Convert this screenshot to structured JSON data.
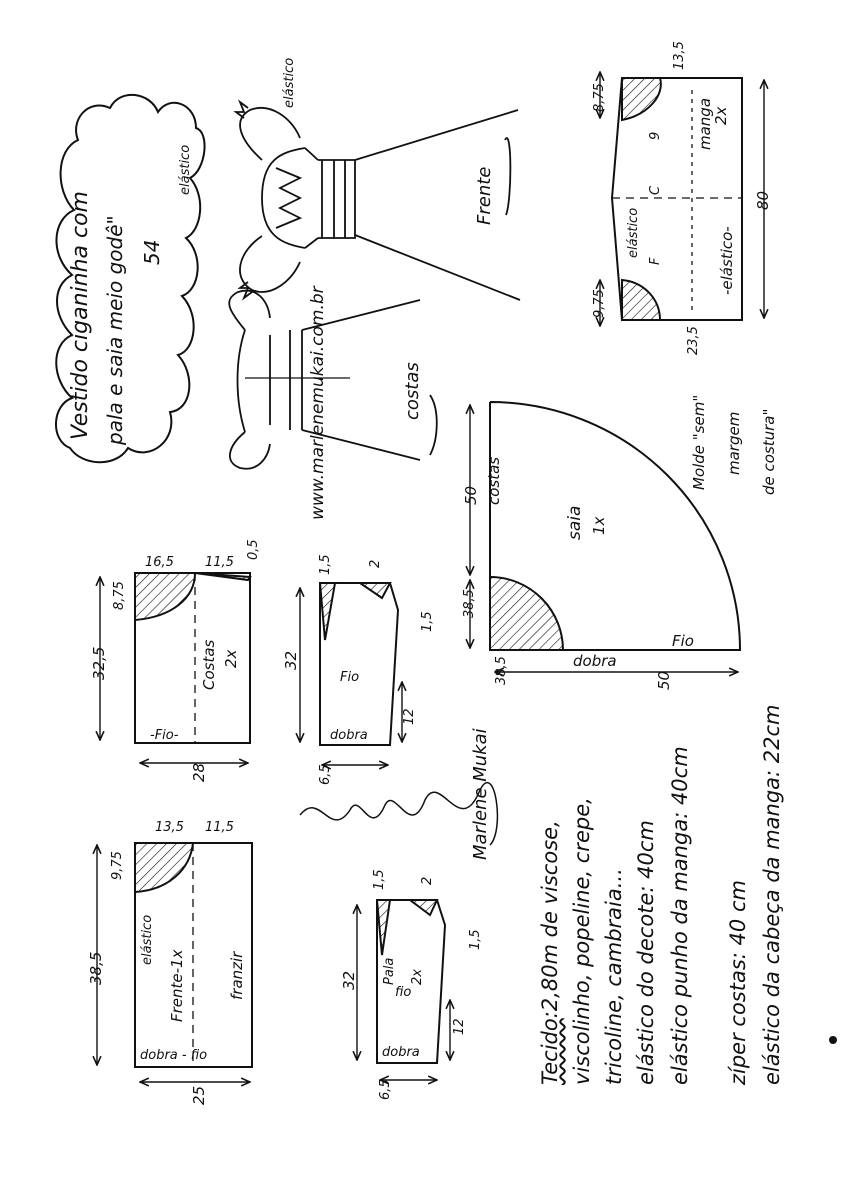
{
  "title": {
    "line1": "Vestido ciganinha com",
    "line2": "pala e saia meio godê\"",
    "number": "54"
  },
  "website": "www.marlenemukai.com.br",
  "illustration": {
    "front_label": "Frente",
    "back_label": "costas",
    "elastic_label_1": "elástico",
    "elastic_label_2": "elástico"
  },
  "sleeve": {
    "name": "manga",
    "qty": "2x",
    "labels": [
      "elástico",
      "F",
      "C",
      "9",
      "-elástico-"
    ],
    "dims": [
      "8,75",
      "13,5",
      "9,75",
      "23,5",
      "80"
    ]
  },
  "skirt": {
    "name": "saia",
    "qty": "1x",
    "side_label": "costas",
    "fold": "dobra",
    "grain": "Fio",
    "dims": [
      "50",
      "50",
      "38,5",
      "38,5"
    ]
  },
  "notice": {
    "line1": "Molde \"sem\"",
    "line2": "margem",
    "line3": "de costura\""
  },
  "back_piece": {
    "name": "Costas",
    "qty": "2x",
    "grain": "-Fio-",
    "dims": [
      "16,5",
      "11,5",
      "0,5",
      "8,75",
      "32,5",
      "28"
    ]
  },
  "back_yoke": {
    "fio": "Fio",
    "fold": "dobra",
    "dims": [
      "1,5",
      "2",
      "1,5",
      "32",
      "12",
      "6,5"
    ]
  },
  "front_piece": {
    "name": "Frente-1x",
    "elastic": "elástico",
    "gather": "franzir",
    "fold_grain": "dobra - fio",
    "dims": [
      "13,5",
      "11,5",
      "9,75",
      "38,5",
      "25"
    ]
  },
  "front_yoke": {
    "name": "Pala",
    "qty": "2x",
    "fio": "fio",
    "fold": "dobra",
    "dims": [
      "1,5",
      "2",
      "1,5",
      "32",
      "12",
      "6,5"
    ]
  },
  "materials": {
    "fabric_label": "Tecido",
    "fabric": ":2,80m de viscose,",
    "fabric_list_1": "viscolinho, popeline, crepe,",
    "fabric_list_2": "tricoline, cambraia...",
    "neck_elastic": "elástico do decote: 40cm",
    "cuff_elastic": "elástico punho da manga: 40cm",
    "zipper": "zíper costas: 40 cm",
    "sleeve_cap_elastic": "elástico da cabeça da manga: 22cm"
  },
  "signature": "Marlene Mukai"
}
